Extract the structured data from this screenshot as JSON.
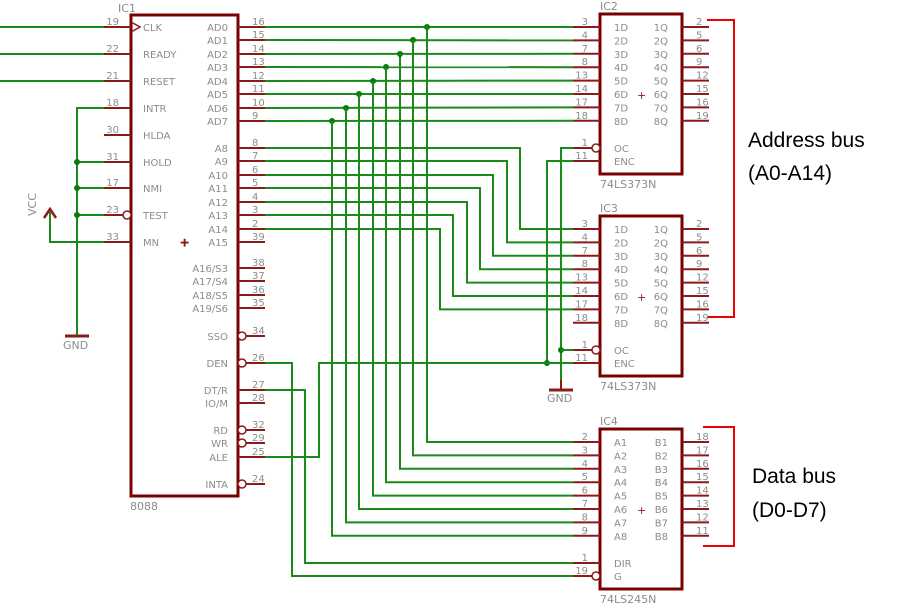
{
  "title": "8088 minimum-mode address/data bus demultiplexing schematic",
  "colors": {
    "wire": "#1a8a1a",
    "pin": "#8b1a1a",
    "bus_bracket": "#ee0000",
    "junction": "#0a7a0a"
  },
  "ic1": {
    "ref": "IC1",
    "part": "8088",
    "left_pins": [
      {
        "name": "CLK",
        "num": "19",
        "clock": true
      },
      {
        "name": "READY",
        "num": "22"
      },
      {
        "name": "RESET",
        "num": "21"
      },
      {
        "name": "INTR",
        "num": "18"
      },
      {
        "name": "HLDA",
        "num": "30"
      },
      {
        "name": "HOLD",
        "num": "31"
      },
      {
        "name": "NMI",
        "num": "17"
      },
      {
        "name": "TEST",
        "num": "23",
        "inverted": true
      },
      {
        "name": "MN",
        "num": "33"
      }
    ],
    "right_pins": [
      {
        "name": "AD0",
        "num": "16"
      },
      {
        "name": "AD1",
        "num": "15"
      },
      {
        "name": "AD2",
        "num": "14"
      },
      {
        "name": "AD3",
        "num": "13"
      },
      {
        "name": "AD4",
        "num": "12"
      },
      {
        "name": "AD5",
        "num": "11"
      },
      {
        "name": "AD6",
        "num": "10"
      },
      {
        "name": "AD7",
        "num": "9"
      },
      {
        "name": "A8",
        "num": "8"
      },
      {
        "name": "A9",
        "num": "7"
      },
      {
        "name": "A10",
        "num": "6"
      },
      {
        "name": "A11",
        "num": "5"
      },
      {
        "name": "A12",
        "num": "4"
      },
      {
        "name": "A13",
        "num": "3"
      },
      {
        "name": "A14",
        "num": "2"
      },
      {
        "name": "A15",
        "num": "39"
      },
      {
        "name": "A16/S3",
        "num": "38"
      },
      {
        "name": "A17/S4",
        "num": "37"
      },
      {
        "name": "A18/S5",
        "num": "36"
      },
      {
        "name": "A19/S6",
        "num": "35"
      },
      {
        "name": "SSO",
        "num": "34",
        "inverted": true
      },
      {
        "name": "DEN",
        "num": "26",
        "inverted": true
      },
      {
        "name": "DT/R",
        "num": "27"
      },
      {
        "name": "IO/M",
        "num": "28"
      },
      {
        "name": "RD",
        "num": "32",
        "inverted": true
      },
      {
        "name": "WR",
        "num": "29",
        "inverted": true
      },
      {
        "name": "ALE",
        "num": "25"
      },
      {
        "name": "INTA",
        "num": "24",
        "inverted": true
      }
    ]
  },
  "ic2": {
    "ref": "IC2",
    "part": "74LS373N",
    "d_pins": [
      {
        "name": "1D",
        "num": "3"
      },
      {
        "name": "2D",
        "num": "4"
      },
      {
        "name": "3D",
        "num": "7"
      },
      {
        "name": "4D",
        "num": "8"
      },
      {
        "name": "5D",
        "num": "13"
      },
      {
        "name": "6D",
        "num": "14"
      },
      {
        "name": "7D",
        "num": "17"
      },
      {
        "name": "8D",
        "num": "18"
      }
    ],
    "q_pins": [
      {
        "name": "1Q",
        "num": "2"
      },
      {
        "name": "2Q",
        "num": "5"
      },
      {
        "name": "3Q",
        "num": "6"
      },
      {
        "name": "4Q",
        "num": "9"
      },
      {
        "name": "5Q",
        "num": "12"
      },
      {
        "name": "6Q",
        "num": "15"
      },
      {
        "name": "7Q",
        "num": "16"
      },
      {
        "name": "8Q",
        "num": "19"
      }
    ],
    "ctrl_pins": [
      {
        "name": "OC",
        "num": "1",
        "inverted": true
      },
      {
        "name": "ENC",
        "num": "11"
      }
    ]
  },
  "ic3": {
    "ref": "IC3",
    "part": "74LS373N",
    "d_pins": [
      {
        "name": "1D",
        "num": "3"
      },
      {
        "name": "2D",
        "num": "4"
      },
      {
        "name": "3D",
        "num": "7"
      },
      {
        "name": "4D",
        "num": "8"
      },
      {
        "name": "5D",
        "num": "13"
      },
      {
        "name": "6D",
        "num": "14"
      },
      {
        "name": "7D",
        "num": "17"
      },
      {
        "name": "8D",
        "num": "18"
      }
    ],
    "q_pins": [
      {
        "name": "1Q",
        "num": "2"
      },
      {
        "name": "2Q",
        "num": "5"
      },
      {
        "name": "3Q",
        "num": "6"
      },
      {
        "name": "4Q",
        "num": "9"
      },
      {
        "name": "5Q",
        "num": "12"
      },
      {
        "name": "6Q",
        "num": "15"
      },
      {
        "name": "7Q",
        "num": "16"
      },
      {
        "name": "8Q",
        "num": "19"
      }
    ],
    "ctrl_pins": [
      {
        "name": "OC",
        "num": "1",
        "inverted": true
      },
      {
        "name": "ENC",
        "num": "11"
      }
    ]
  },
  "ic4": {
    "ref": "IC4",
    "part": "74LS245N",
    "a_pins": [
      {
        "name": "A1",
        "num": "2"
      },
      {
        "name": "A2",
        "num": "3"
      },
      {
        "name": "A3",
        "num": "4"
      },
      {
        "name": "A4",
        "num": "5"
      },
      {
        "name": "A5",
        "num": "6"
      },
      {
        "name": "A6",
        "num": "7"
      },
      {
        "name": "A7",
        "num": "8"
      },
      {
        "name": "A8",
        "num": "9"
      }
    ],
    "b_pins": [
      {
        "name": "B1",
        "num": "18"
      },
      {
        "name": "B2",
        "num": "17"
      },
      {
        "name": "B3",
        "num": "16"
      },
      {
        "name": "B4",
        "num": "15"
      },
      {
        "name": "B5",
        "num": "14"
      },
      {
        "name": "B6",
        "num": "13"
      },
      {
        "name": "B7",
        "num": "12"
      },
      {
        "name": "B8",
        "num": "11"
      }
    ],
    "ctrl_pins": [
      {
        "name": "DIR",
        "num": "1"
      },
      {
        "name": "G",
        "num": "19",
        "inverted": true
      }
    ]
  },
  "power": {
    "vcc_label": "VCC",
    "gnd_label": "GND"
  },
  "annotations": {
    "address_bus": [
      "Address bus",
      "(A0-A14)"
    ],
    "data_bus": [
      "Data bus",
      "(D0-D7)"
    ]
  }
}
